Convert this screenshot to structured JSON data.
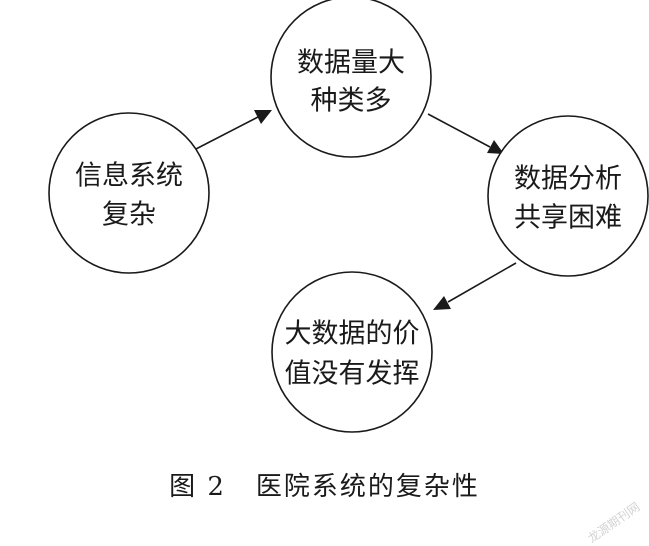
{
  "nodes": {
    "complex_system": {
      "line1": "信息系统",
      "line2": "复杂"
    },
    "large_data": {
      "line1": "数据量大",
      "line2": "种类多"
    },
    "hard_sharing": {
      "line1": "数据分析",
      "line2": "共享困难"
    },
    "value_unused": {
      "line1": "大数据的价",
      "line2": "值没有发挥"
    }
  },
  "caption": {
    "label": "图 2",
    "title": "医院系统的复杂性"
  },
  "watermark": "龙源期刊网"
}
